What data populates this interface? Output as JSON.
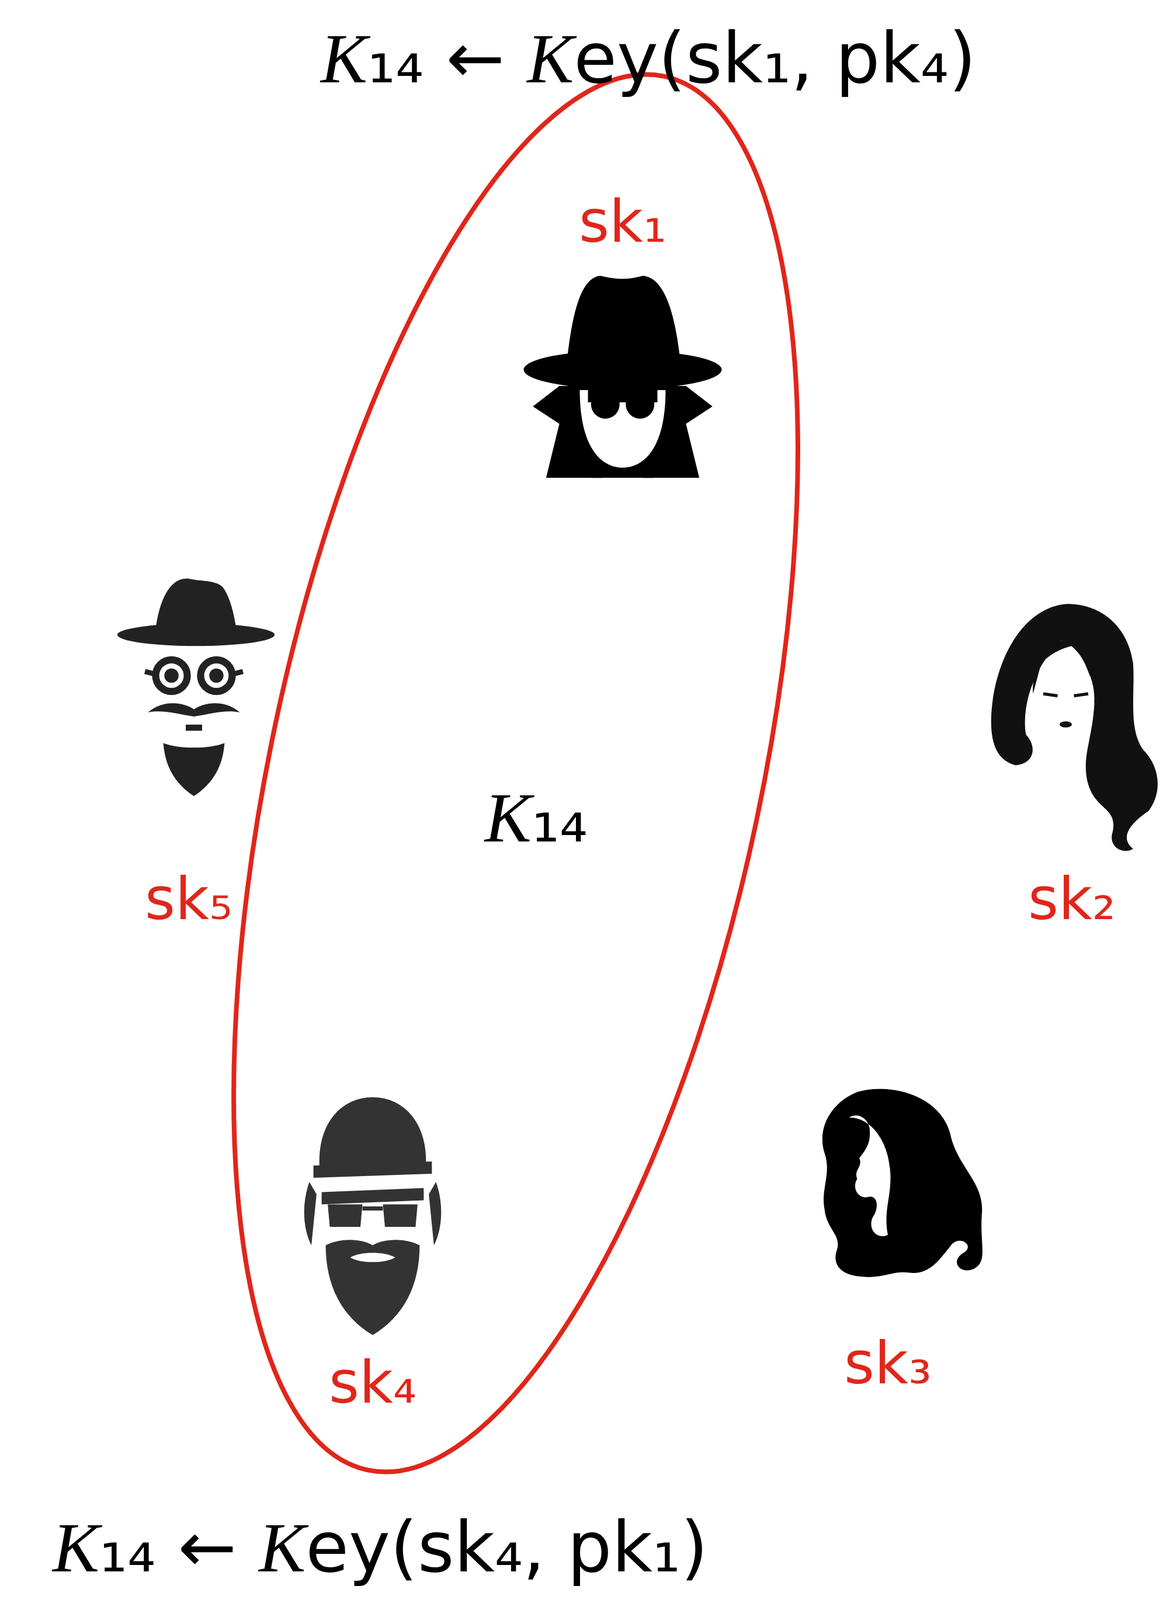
{
  "diagram": {
    "nodes": [
      {
        "text": [
          "K₁₄"
        ]
      }
    ],
    "labels": [
      "K₁₄ ← Key(sk₁, pk₄)",
      "sk₁",
      "sk₅",
      "sk₂",
      "sk₄",
      "sk₃",
      "K₁₄ ← Key(sk₄, pk₁)"
    ]
  }
}
